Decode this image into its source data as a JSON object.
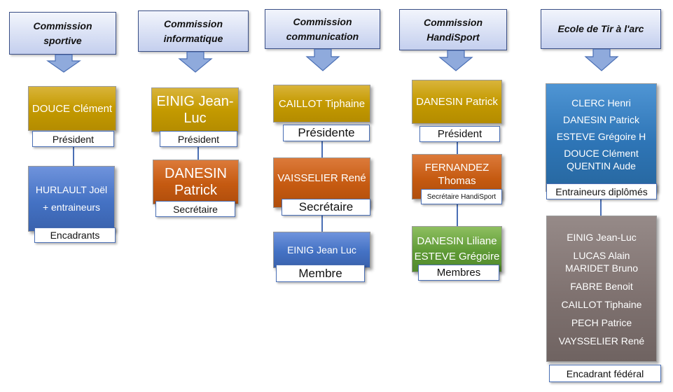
{
  "columns": [
    {
      "header": [
        "Commission",
        "sportive"
      ],
      "boxes": [
        {
          "names": [
            "DOUCE Clément"
          ],
          "role": "Président"
        },
        {
          "names": [
            "HURLAULT Joël",
            "+ entraineurs"
          ],
          "role": "Encadrants"
        }
      ]
    },
    {
      "header": [
        "Commission",
        "informatique"
      ],
      "boxes": [
        {
          "names": [
            "EINIG Jean-",
            "Luc"
          ],
          "role": "Président"
        },
        {
          "names": [
            "DANESIN",
            "Patrick"
          ],
          "role": "Secrétaire"
        }
      ]
    },
    {
      "header": [
        "Commission",
        "communication"
      ],
      "boxes": [
        {
          "names": [
            "CAILLOT Tiphaine"
          ],
          "role": "Présidente"
        },
        {
          "names": [
            "VAISSELIER René"
          ],
          "role": "Secrétaire"
        },
        {
          "names": [
            "EINIG Jean Luc"
          ],
          "role": "Membre"
        }
      ]
    },
    {
      "header": [
        "Commission",
        "HandiSport"
      ],
      "boxes": [
        {
          "names": [
            "DANESIN Patrick"
          ],
          "role": "Président"
        },
        {
          "names": [
            "FERNANDEZ",
            "Thomas"
          ],
          "role": "Secrétaire HandiSport"
        },
        {
          "names": [
            "DANESIN Liliane",
            "ESTEVE Grégoire"
          ],
          "role": "Membres"
        }
      ]
    },
    {
      "header": [
        "Ecole de Tir à l'arc"
      ],
      "boxes": [
        {
          "names": [
            "CLERC Henri",
            "DANESIN Patrick",
            "ESTEVE Grégoire H",
            "DOUCE Clément",
            "QUENTIN Aude"
          ],
          "role": "Entraineurs diplômés"
        },
        {
          "names": [
            "EINIG Jean-Luc",
            "LUCAS Alain",
            "MARIDET Bruno",
            "FABRE Benoit",
            "CAILLOT Tiphaine",
            "PECH Patrice",
            "VAYSSELIER René"
          ],
          "role": "Encadrant fédéral"
        }
      ]
    }
  ],
  "colors": {
    "header_fill": "#c4cfee",
    "arrow_fill": "#8faadc",
    "gold": "#c49a00",
    "blue": "#4472c4",
    "orange": "#c55a11",
    "green": "#5f9a36",
    "steel": "#2e75b6",
    "grey": "#7f7270"
  }
}
